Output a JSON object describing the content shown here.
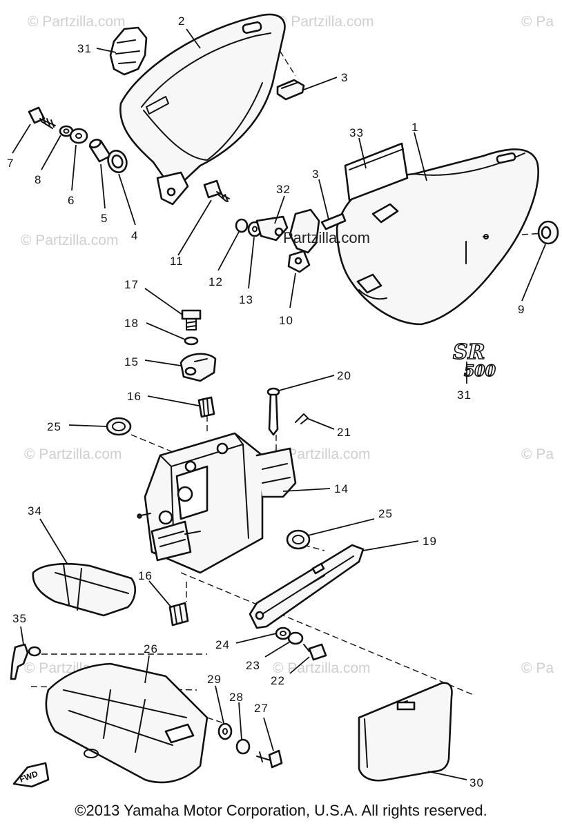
{
  "watermarks": {
    "brand": "© Partzilla.com",
    "brand_short": "© Pa",
    "center": "Partzilla.com"
  },
  "emblem": {
    "line1": "SR",
    "line2": "500"
  },
  "direction_badge": "FWD",
  "callouts": [
    "1",
    "2",
    "3",
    "3",
    "4",
    "5",
    "6",
    "7",
    "8",
    "9",
    "10",
    "11",
    "12",
    "13",
    "14",
    "15",
    "16",
    "16",
    "17",
    "18",
    "19",
    "20",
    "21",
    "22",
    "23",
    "24",
    "25",
    "25",
    "26",
    "27",
    "28",
    "29",
    "30",
    "31",
    "31",
    "32",
    "33",
    "34",
    "35"
  ],
  "copyright": "©2013  Yamaha Motor Corporation, U.S.A. All rights reserved."
}
